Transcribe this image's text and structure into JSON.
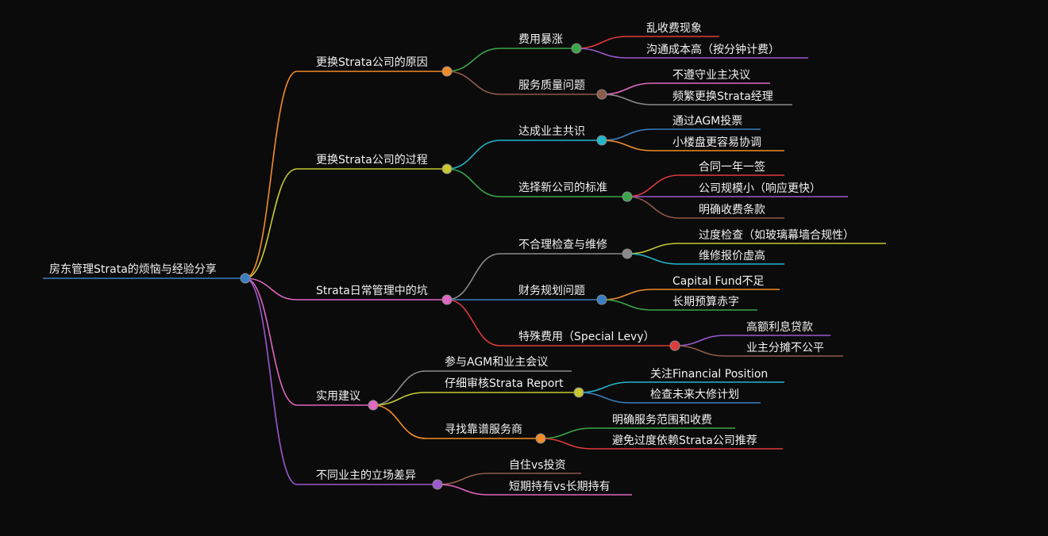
{
  "mindmap": {
    "root": {
      "label": "房东管理Strata的烦恼与经验分享",
      "color": "#3a7fc1",
      "children": [
        {
          "label": "更换Strata公司的原因",
          "color": "#f28c28",
          "children": [
            {
              "label": "费用暴涨",
              "color": "#3aa64a",
              "children": [
                {
                  "label": "乱收费现象",
                  "color": "#e03a3a"
                },
                {
                  "label": "沟通成本高（按分钟计费）",
                  "color": "#9b59d0"
                }
              ]
            },
            {
              "label": "服务质量问题",
              "color": "#8e5a4a",
              "children": [
                {
                  "label": "不遵守业主决议",
                  "color": "#e067c2"
                },
                {
                  "label": "频繁更换Strata经理",
                  "color": "#8a8a8a"
                }
              ]
            }
          ]
        },
        {
          "label": "更换Strata公司的过程",
          "color": "#c8c832",
          "children": [
            {
              "label": "达成业主共识",
              "color": "#22b8cc",
              "children": [
                {
                  "label": "通过AGM投票",
                  "color": "#3a7fc1"
                },
                {
                  "label": "小楼盘更容易协调",
                  "color": "#f28c28"
                }
              ]
            },
            {
              "label": "选择新公司的标准",
              "color": "#3aa64a",
              "children": [
                {
                  "label": "合同一年一签",
                  "color": "#e03a3a"
                },
                {
                  "label": "公司规模小（响应更快）",
                  "color": "#9b59d0"
                },
                {
                  "label": "明确收费条款",
                  "color": "#8e5a4a"
                }
              ]
            }
          ]
        },
        {
          "label": "Strata日常管理中的坑",
          "color": "#e067c2",
          "children": [
            {
              "label": "不合理检查与维修",
              "color": "#8a8a8a",
              "children": [
                {
                  "label": "过度检查（如玻璃幕墙合规性）",
                  "color": "#c8c832"
                },
                {
                  "label": "维修报价虚高",
                  "color": "#22b8cc"
                }
              ]
            },
            {
              "label": "财务规划问题",
              "color": "#3a7fc1",
              "children": [
                {
                  "label": "Capital Fund不足",
                  "color": "#f28c28"
                },
                {
                  "label": "长期预算赤字",
                  "color": "#3aa64a"
                }
              ]
            },
            {
              "label": "特殊费用（Special Levy）",
              "color": "#e03a3a",
              "children": [
                {
                  "label": "高额利息贷款",
                  "color": "#9b59d0"
                },
                {
                  "label": "业主分摊不公平",
                  "color": "#8e5a4a"
                }
              ]
            }
          ]
        },
        {
          "label": "实用建议",
          "color": "#e067c2",
          "children": [
            {
              "label": "参与AGM和业主会议",
              "color": "#8a8a8a",
              "children": []
            },
            {
              "label": "仔细审核Strata Report",
              "color": "#c8c832",
              "children": [
                {
                  "label": "关注Financial Position",
                  "color": "#22b8cc"
                },
                {
                  "label": "检查未来大修计划",
                  "color": "#3a7fc1"
                }
              ]
            },
            {
              "label": "寻找靠谱服务商",
              "color": "#f28c28",
              "children": [
                {
                  "label": "明确服务范围和收费",
                  "color": "#3aa64a"
                },
                {
                  "label": "避免过度依赖Strata公司推荐",
                  "color": "#e03a3a"
                }
              ]
            }
          ]
        },
        {
          "label": "不同业主的立场差异",
          "color": "#9b59d0",
          "children": [
            {
              "label": "自住vs投资",
              "color": "#8e5a4a"
            },
            {
              "label": "短期持有vs长期持有",
              "color": "#e067c2"
            }
          ]
        }
      ]
    }
  }
}
